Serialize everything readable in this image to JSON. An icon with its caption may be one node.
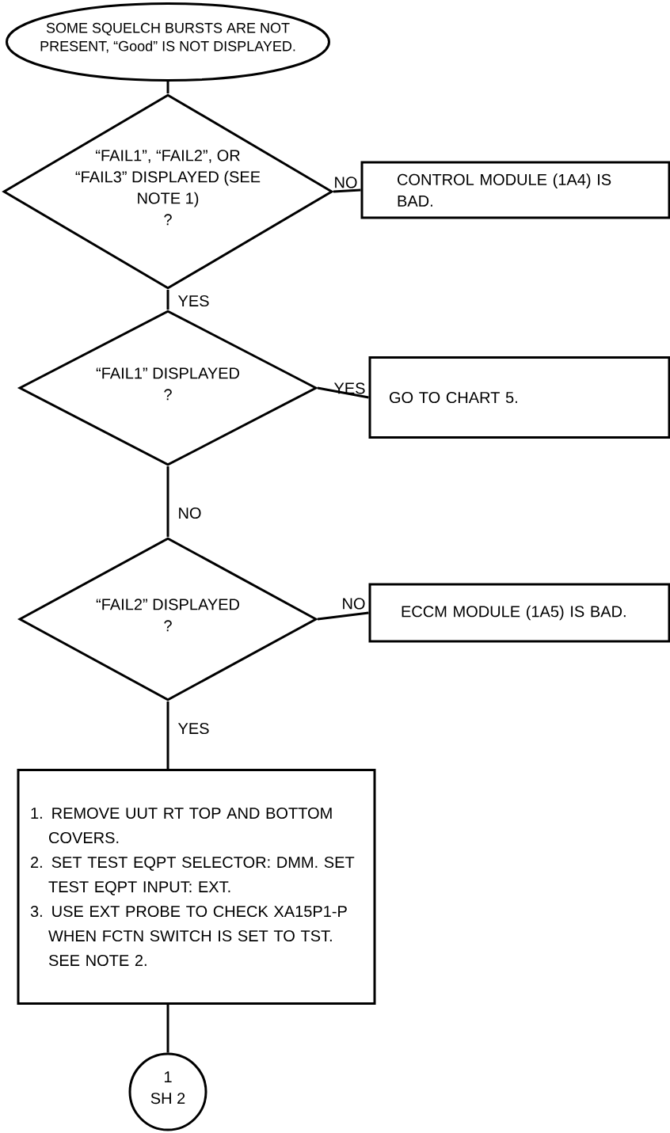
{
  "diagram": {
    "nodes": [
      {
        "text": [
          "SOME SQUELCH BURSTS ARE NOT PRESENT, “Good” IS NOT DISPLAYED."
        ]
      },
      {
        "text": [
          "“FAIL1”, “FAIL2”, OR “FAIL3” DISPLAYED (SEE NOTE 1)",
          "?"
        ]
      },
      {
        "text": [
          "CONTROL MODULE (1A4) IS BAD."
        ]
      },
      {
        "text": [
          "“FAIL1” DISPLAYED",
          "?"
        ]
      },
      {
        "text": [
          "GO TO CHART 5."
        ]
      },
      {
        "text": [
          "“FAIL2” DISPLAYED",
          "?"
        ]
      },
      {
        "text": [
          "ECCM MODULE (1A5) IS BAD."
        ]
      },
      {
        "text": [
          "1. REMOVE UUT RT TOP AND BOTTOM COVERS.",
          "2. SET TEST EQPT SELECTOR: DMM. SET TEST EQPT INPUT: EXT.",
          "3. USE EXT PROBE TO CHECK XA15P1-P WHEN FCTN SWITCH IS SET TO TST. SEE NOTE 2."
        ]
      },
      {
        "text": [
          "1",
          "SH 2"
        ]
      }
    ],
    "edges": [
      {
        "from": 0,
        "to": 1,
        "arrow": "none"
      },
      {
        "from": 1,
        "to": 2,
        "arrow": "none",
        "label": "NO"
      },
      {
        "from": 1,
        "to": 3,
        "arrow": "none",
        "label": "YES"
      },
      {
        "from": 3,
        "to": 4,
        "arrow": "none",
        "label": "YES"
      },
      {
        "from": 3,
        "to": 5,
        "arrow": "none",
        "label": "NO"
      },
      {
        "from": 5,
        "to": 6,
        "arrow": "none",
        "label": "NO"
      },
      {
        "from": 5,
        "to": 7,
        "arrow": "none",
        "label": "YES"
      },
      {
        "from": 7,
        "to": 8,
        "arrow": "none"
      }
    ]
  }
}
